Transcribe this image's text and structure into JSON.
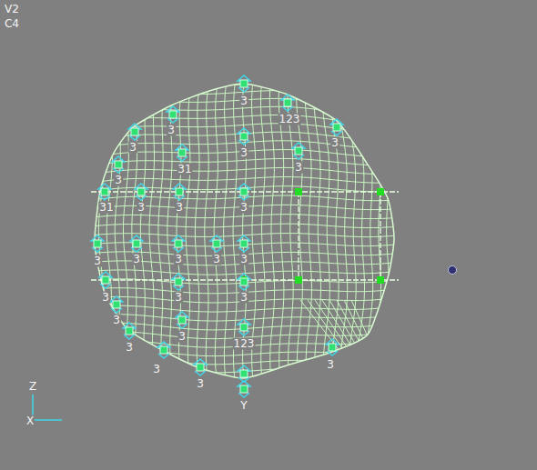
{
  "diagram": {
    "labels": [
      "V2",
      "C4",
      "3",
      "123",
      "3",
      "3",
      "3",
      "3",
      "3",
      "31",
      "3",
      "31",
      "3",
      "3",
      "3",
      "3",
      "3",
      "3",
      "3",
      "3",
      "3",
      "3",
      "3",
      "3",
      "3",
      "3",
      "123",
      "3",
      "3",
      "3",
      "Y",
      "Z",
      "X"
    ]
  }
}
